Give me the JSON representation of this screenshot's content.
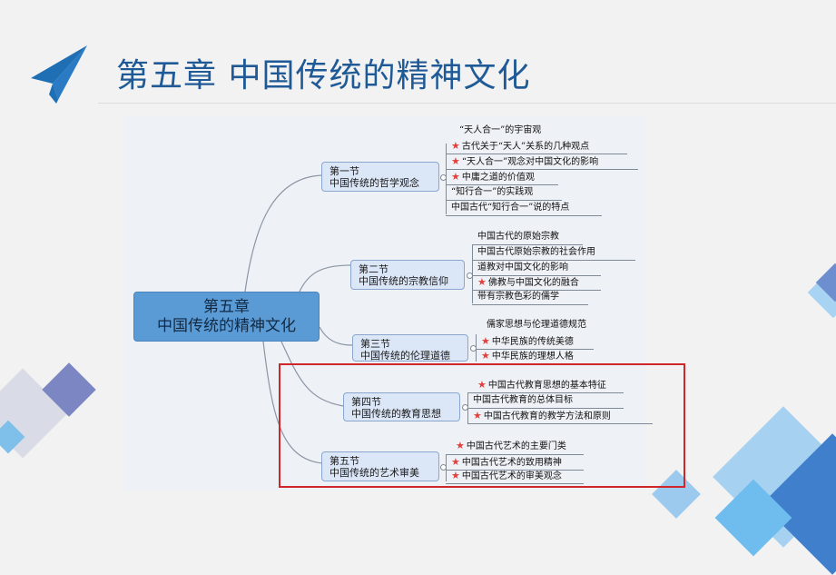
{
  "slide": {
    "title": "第五章 中国传统的精神文化",
    "accent_color": "#1f5a96",
    "highlight_color": "#d0262a"
  },
  "mindmap": {
    "root": {
      "line1": "第五章",
      "line2": "中国传统的精神文化"
    },
    "sections": [
      {
        "label": "第一节",
        "title": "中国传统的哲学观念",
        "items": [
          {
            "text": "“天人合一”的宇宙观",
            "starred": false
          },
          {
            "text": "古代关于“天人”关系的几种观点",
            "starred": true
          },
          {
            "text": "“天人合一”观念对中国文化的影响",
            "starred": true
          },
          {
            "text": "中庸之道的价值观",
            "starred": true
          },
          {
            "text": "“知行合一”的实践观",
            "starred": false
          },
          {
            "text": "中国古代“知行合一”说的特点",
            "starred": false
          }
        ]
      },
      {
        "label": "第二节",
        "title": "中国传统的宗教信仰",
        "items": [
          {
            "text": "中国古代的原始宗教",
            "starred": false
          },
          {
            "text": "中国古代原始宗教的社会作用",
            "starred": false
          },
          {
            "text": "道教对中国文化的影响",
            "starred": false
          },
          {
            "text": "佛教与中国文化的融合",
            "starred": true
          },
          {
            "text": "带有宗教色彩的儒学",
            "starred": false
          }
        ]
      },
      {
        "label": "第三节",
        "title": "中国传统的伦理道德",
        "items": [
          {
            "text": "儒家思想与伦理道德规范",
            "starred": false
          },
          {
            "text": "中华民族的传统美德",
            "starred": true
          },
          {
            "text": "中华民族的理想人格",
            "starred": true
          }
        ]
      },
      {
        "label": "第四节",
        "title": "中国传统的教育思想",
        "items": [
          {
            "text": "中国古代教育思想的基本特征",
            "starred": true
          },
          {
            "text": "中国古代教育的总体目标",
            "starred": false
          },
          {
            "text": "中国古代教育的教学方法和原则",
            "starred": true
          }
        ]
      },
      {
        "label": "第五节",
        "title": "中国传统的艺术审美",
        "items": [
          {
            "text": "中国古代艺术的主要门类",
            "starred": true
          },
          {
            "text": "中国古代艺术的致用精神",
            "starred": true
          },
          {
            "text": "中国古代艺术的审美观念",
            "starred": true
          }
        ]
      }
    ],
    "star_glyph": "★",
    "highlighted_sections": [
      "第四节",
      "第五节"
    ]
  }
}
